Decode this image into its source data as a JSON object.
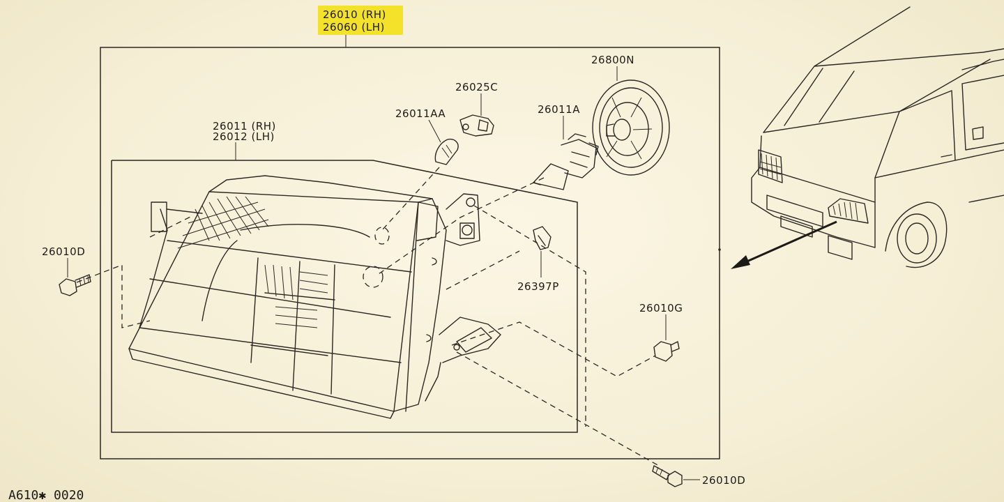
{
  "diagram": {
    "assembly_label": [
      "26010 (RH)",
      "26060 (LH)"
    ],
    "housing_label": [
      "26011 (RH)",
      "26012 (LH)"
    ],
    "parts": {
      "p_26800N": "26800N",
      "p_26025C": "26025C",
      "p_26011AA": "26011AA",
      "p_26011A": "26011A",
      "p_26010D_left": "26010D",
      "p_26397P": "26397P",
      "p_26010G": "26010G",
      "p_26010D_bottom": "26010D"
    },
    "footer_code": "A610✱ 0020",
    "colors": {
      "paper": "#f6efd6",
      "highlight": "#f4e22a",
      "ink": "#2a2622"
    },
    "icons": [
      "headlamp",
      "bulb",
      "socket",
      "cap",
      "clip",
      "bolt",
      "grommet",
      "van"
    ]
  }
}
